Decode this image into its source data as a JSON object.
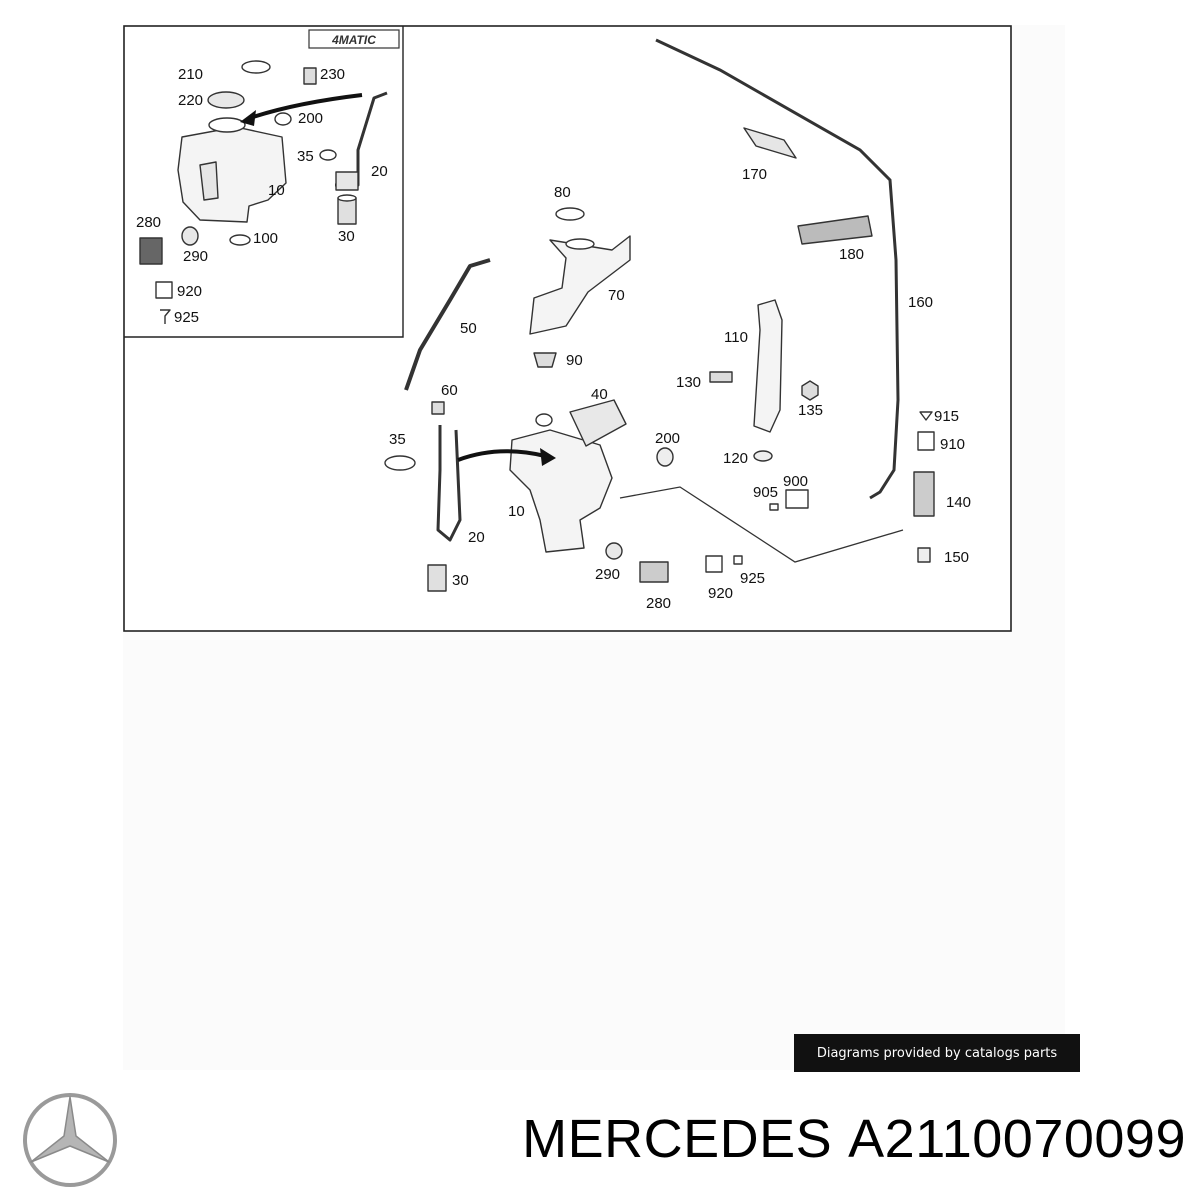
{
  "diagram": {
    "badge": "4MATIC",
    "callouts": [
      {
        "id": "c210a",
        "label": "210"
      },
      {
        "id": "c230a",
        "label": "230"
      },
      {
        "id": "c220a",
        "label": "220"
      },
      {
        "id": "c200a",
        "label": "200"
      },
      {
        "id": "c35a",
        "label": "35"
      },
      {
        "id": "c20a",
        "label": "20"
      },
      {
        "id": "c10a",
        "label": "10"
      },
      {
        "id": "c280a",
        "label": "280"
      },
      {
        "id": "c100a",
        "label": "100"
      },
      {
        "id": "c30a",
        "label": "30"
      },
      {
        "id": "c290a",
        "label": "290"
      },
      {
        "id": "c920a",
        "label": "920"
      },
      {
        "id": "c925a",
        "label": "925"
      },
      {
        "id": "c80",
        "label": "80"
      },
      {
        "id": "c70",
        "label": "70"
      },
      {
        "id": "c50",
        "label": "50"
      },
      {
        "id": "c90",
        "label": "90"
      },
      {
        "id": "c60",
        "label": "60"
      },
      {
        "id": "c40",
        "label": "40"
      },
      {
        "id": "c35b",
        "label": "35"
      },
      {
        "id": "c200b",
        "label": "200"
      },
      {
        "id": "c10b",
        "label": "10"
      },
      {
        "id": "c20b",
        "label": "20"
      },
      {
        "id": "c30b",
        "label": "30"
      },
      {
        "id": "c290b",
        "label": "290"
      },
      {
        "id": "c280b",
        "label": "280"
      },
      {
        "id": "c920b",
        "label": "920"
      },
      {
        "id": "c925b",
        "label": "925"
      },
      {
        "id": "c170",
        "label": "170"
      },
      {
        "id": "c180",
        "label": "180"
      },
      {
        "id": "c160",
        "label": "160"
      },
      {
        "id": "c110",
        "label": "110"
      },
      {
        "id": "c130",
        "label": "130"
      },
      {
        "id": "c135",
        "label": "135"
      },
      {
        "id": "c120",
        "label": "120"
      },
      {
        "id": "c905",
        "label": "905"
      },
      {
        "id": "c900",
        "label": "900"
      },
      {
        "id": "c915",
        "label": "915"
      },
      {
        "id": "c910",
        "label": "910"
      },
      {
        "id": "c140",
        "label": "140"
      },
      {
        "id": "c150",
        "label": "150"
      }
    ]
  },
  "credit_text": "Diagrams provided by catalogs parts",
  "brand": {
    "logo_icon": "mercedes-star-icon",
    "name": "MERCEDES",
    "part_number": "A2110070099"
  }
}
